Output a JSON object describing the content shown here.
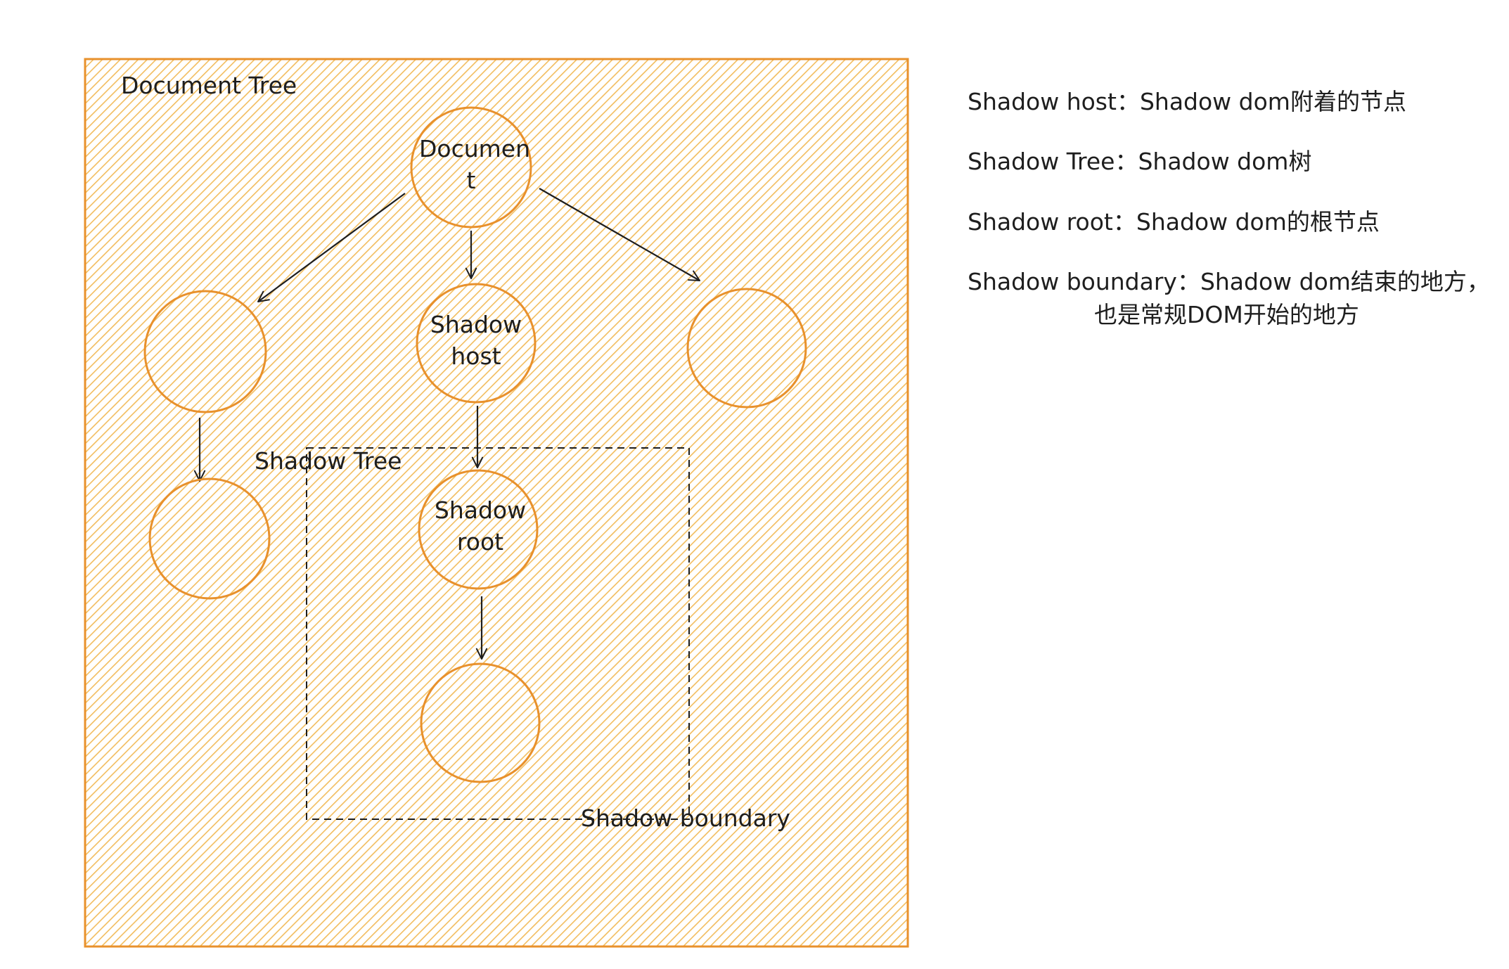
{
  "diagram": {
    "container_label": "Document Tree",
    "shadow_tree_label": "Shadow Tree",
    "shadow_boundary_label": "Shadow boundary",
    "nodes": {
      "document": [
        "Documen",
        "t"
      ],
      "shadow_host": [
        "Shadow",
        "host"
      ],
      "shadow_root": [
        "Shadow",
        "root"
      ]
    },
    "colors": {
      "fill": "#f5c56b",
      "stroke": "#e8912c",
      "ink": "#1e1e1e",
      "background": "#ffffff"
    }
  },
  "legend": [
    {
      "term": "Shadow host",
      "sep": "：",
      "desc": "Shadow dom附着的节点"
    },
    {
      "term": "Shadow Tree",
      "sep": "：",
      "desc": "Shadow dom树"
    },
    {
      "term": "Shadow root",
      "sep": "：",
      "desc": "Shadow dom的根节点"
    },
    {
      "term": "Shadow boundary",
      "sep": "：",
      "desc": "Shadow dom结束的地方，",
      "desc_cont": "也是常规DOM开始的地方"
    }
  ]
}
